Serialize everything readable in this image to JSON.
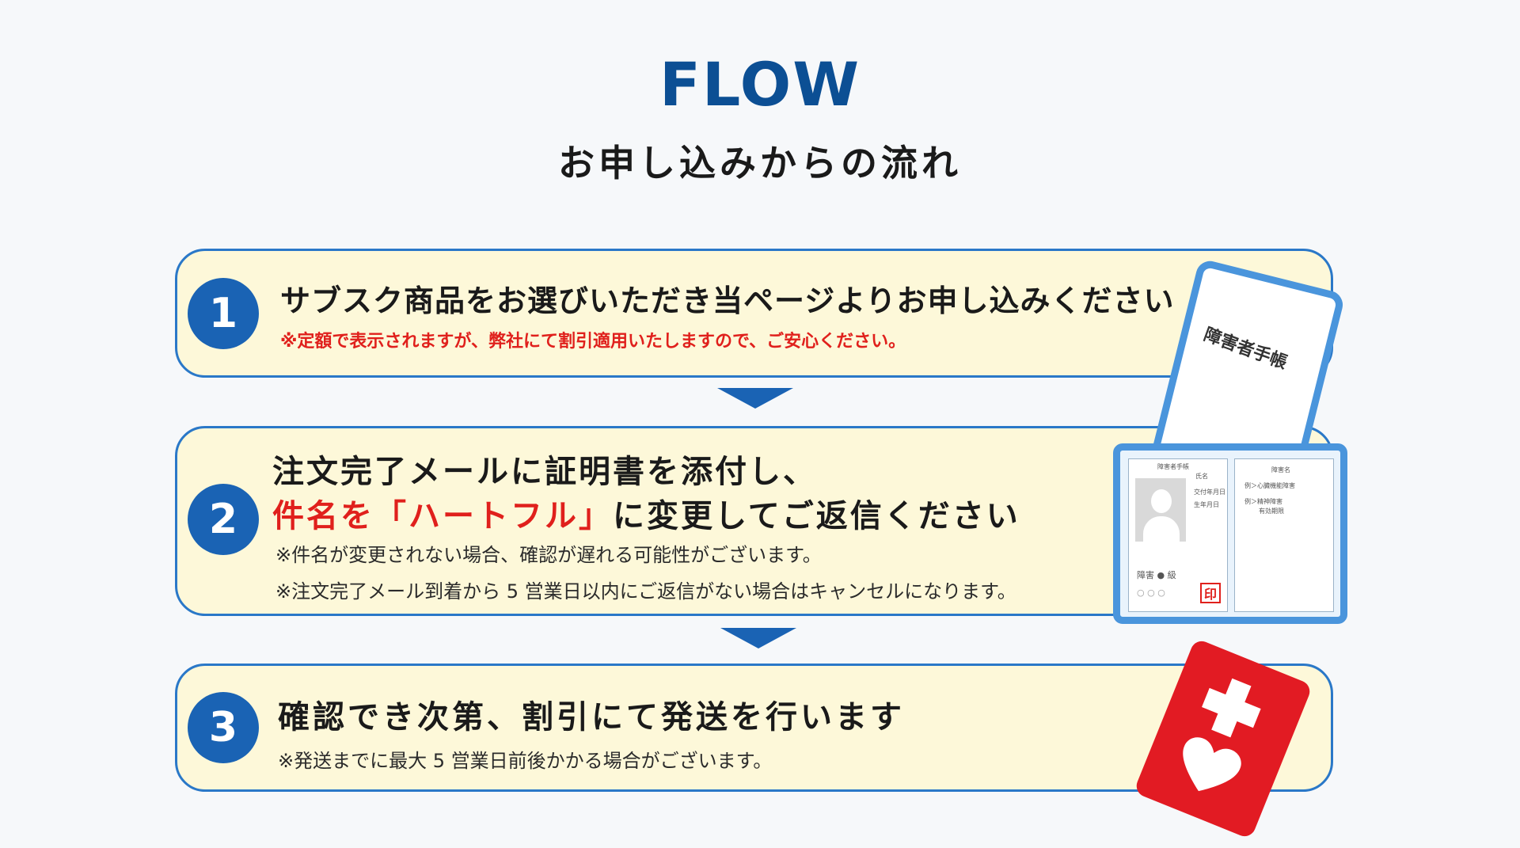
{
  "header": {
    "title": "FLOW",
    "subtitle": "お申し込みからの流れ"
  },
  "steps": [
    {
      "number": "1",
      "heading": "サブスク商品をお選びいただき当ページよりお申し込みください",
      "note": "※定額で表示されますが、弊社にて割引適用いたしますので、ご安心ください。"
    },
    {
      "number": "2",
      "heading_line1": "注文完了メールに証明書を添付し、",
      "heading_line2_highlight": "件名を「ハートフル」",
      "heading_line2_rest": "に変更してご返信ください",
      "note1": "※件名が変更されない場合、確認が遅れる可能性がございます。",
      "note2": "※注文完了メール到着から 5 営業日以内にご返信がない場合はキャンセルになります。"
    },
    {
      "number": "3",
      "heading": "確認でき次第、割引にて発送を行います",
      "note": "※発送までに最大 5 営業日前後かかる場合がございます。"
    }
  ],
  "illustrations": {
    "handbook_cover_text": "障害者手帳",
    "handbook_left_title": "障害者手帳",
    "handbook_left_name": "氏名",
    "handbook_left_date": "交付年月日",
    "handbook_left_birth": "生年月日",
    "handbook_left_grade": "障害 ● 級",
    "handbook_left_circles": "○ ○ ○",
    "handbook_stamp": "印",
    "handbook_right_title": "障害名",
    "handbook_right_line1": "例＞心臓機能障害",
    "handbook_right_line2": "例＞精神障害",
    "handbook_right_line3": "有効期限",
    "card_color": "#e21b23",
    "accent": "#1a63b4",
    "card_icon": "cross-heart-icon"
  }
}
